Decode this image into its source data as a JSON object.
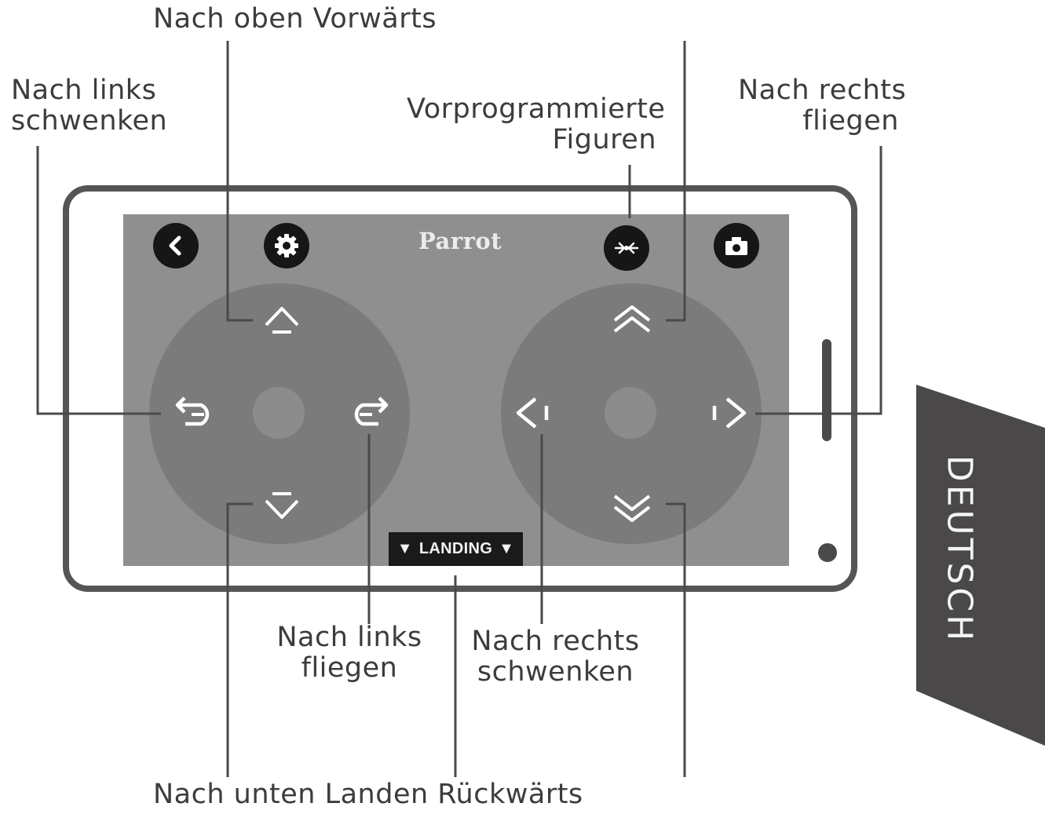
{
  "labels": {
    "up_forward": "Nach oben Vorwärts",
    "yaw_left_1": "Nach links",
    "yaw_left_2": "schwenken",
    "figures_1": "Vorprogrammierte",
    "figures_2": "Figuren",
    "fly_right_1": "Nach rechts",
    "fly_right_2": "fliegen",
    "fly_left_1": "Nach links",
    "fly_left_2": "fliegen",
    "yaw_right_1": "Nach rechts",
    "yaw_right_2": "schwenken",
    "bottom": "Nach unten Landen Rückwärts"
  },
  "app": {
    "brand": "Parrot",
    "landing": "LANDING",
    "landing_arrow": "▼"
  },
  "side_tab": {
    "text": "DEUTSCH"
  },
  "icons": {
    "back": "back-chevron-icon",
    "settings": "gear-icon",
    "acrobatics": "acrobatics-icon",
    "camera": "camera-icon"
  },
  "colors": {
    "screen": "#8f8f8f",
    "joystick": "#7b7b7b",
    "button": "#161616",
    "tab": "#4a4848",
    "line": "#4a4a4a"
  }
}
